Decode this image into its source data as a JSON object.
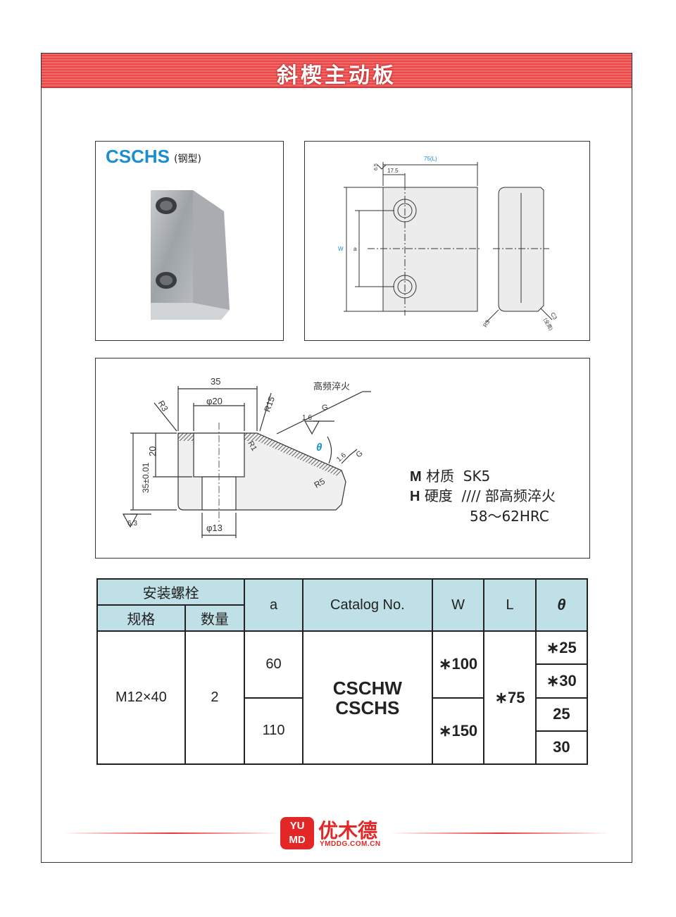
{
  "title": "斜楔主动板",
  "product": {
    "code": "CSCHS",
    "material_type": "(钢型)"
  },
  "top_view": {
    "dim_L": "75(L)",
    "dim_offset": "17.5",
    "dim_small": "6.5",
    "dim_W": "W",
    "dim_a": "a",
    "corner_r": "R3",
    "corner_c": "C3",
    "corner_c_note": "(全周)"
  },
  "section_view": {
    "dim_35": "35",
    "dim_phi20": "φ20",
    "dim_phi13": "φ13",
    "dim_20": "20",
    "dim_35tol": "35±0.01",
    "r3": "R3",
    "r15": "R15",
    "r1": "R1",
    "r5": "R5",
    "hardening_note": "高频淬火",
    "roughness_1": "1.6",
    "roughness_2": "1.6",
    "roughness_3": "6.3",
    "grind_1": "G",
    "grind_2": "G",
    "theta": "θ"
  },
  "spec": {
    "material_key": "M",
    "material_label": "材质",
    "material_value": "SK5",
    "hardness_key": "H",
    "hardness_label": "硬度",
    "hardness_value": "//// 部高频淬火",
    "hardness_range": "58〜62HRC"
  },
  "table": {
    "header_bolt": "安装螺栓",
    "header_spec": "规格",
    "header_qty": "数量",
    "header_a": "a",
    "header_catalog": "Catalog  No.",
    "header_w": "W",
    "header_l": "L",
    "header_theta": "θ",
    "spec_value": "M12×40",
    "qty_value": "2",
    "a_values": [
      "60",
      "110"
    ],
    "catalog_values": [
      "CSCHW",
      "CSCHS"
    ],
    "w_values": [
      "∗100",
      "∗150"
    ],
    "l_value": "∗75",
    "theta_values": [
      "∗25",
      "∗30",
      "25",
      "30"
    ]
  },
  "footer": {
    "logo_top": "YU",
    "logo_bottom": "MD",
    "brand_name": "优木德",
    "url": "YMDDG.COM.CN"
  },
  "colors": {
    "banner": "#e84a4a",
    "code_blue": "#1a8fd0",
    "table_header": "#bfe0e6",
    "logo_red": "#e32626"
  }
}
